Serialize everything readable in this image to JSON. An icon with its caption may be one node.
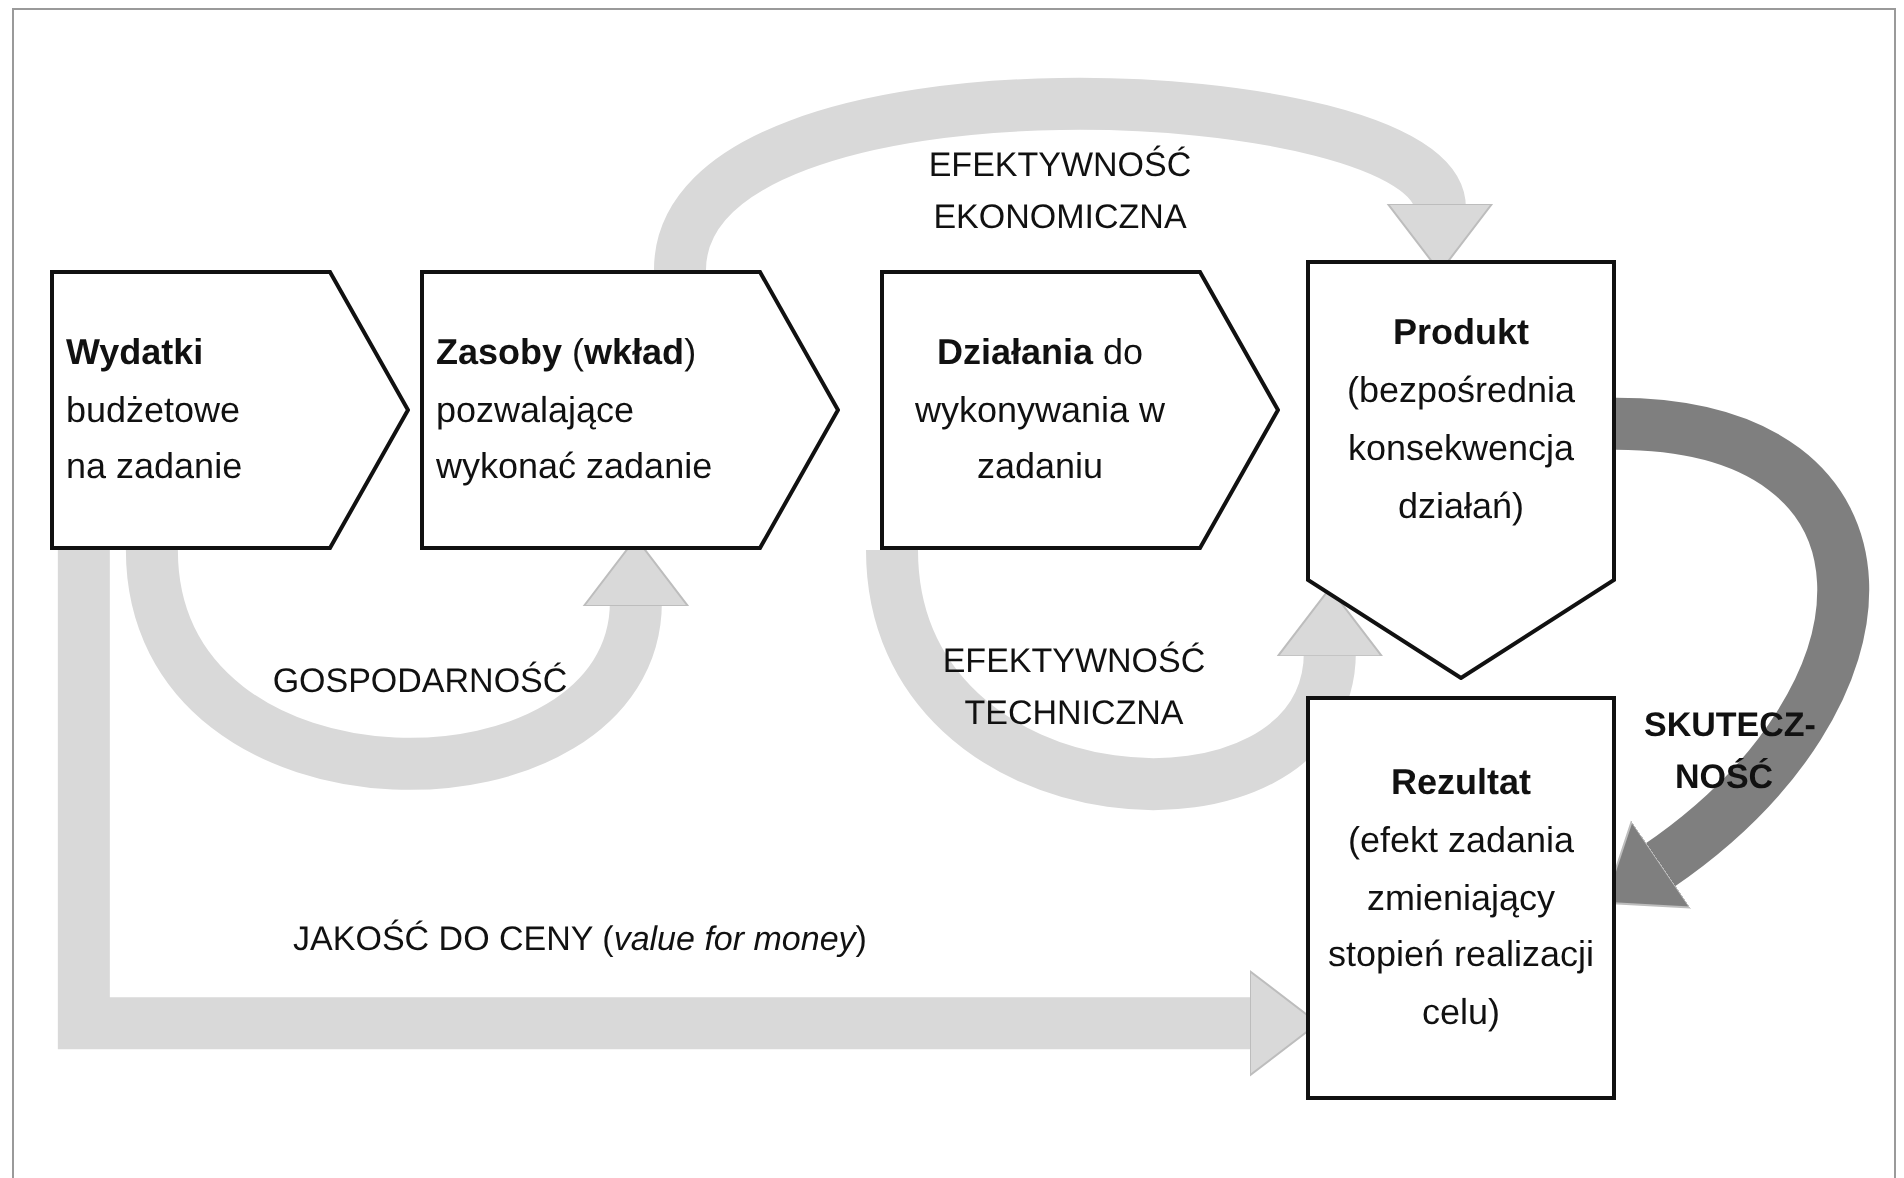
{
  "diagram": {
    "nodes": [
      {
        "text": [
          "Wydatki",
          "budżetowe na zadanie"
        ]
      },
      {
        "text": [
          "**Zasoby** (**wkład**) pozwalające wykonać zadanie"
        ]
      },
      {
        "text": [
          "**Działania** do wykonywania w zadaniu"
        ]
      },
      {
        "text": [
          "Produkt",
          "(bezpośrednia konsekwencja działań)"
        ]
      },
      {
        "text": [
          "Rezultat",
          "(efekt zadania zmieniający stopień realizacji celu)"
        ]
      }
    ],
    "edges": [
      {
        "from": 1,
        "to": 3,
        "arrow": "to",
        "label": "EFEKTYWNOŚĆ EKONOMICZNA"
      },
      {
        "from": 0,
        "to": 1,
        "arrow": "to",
        "label": "GOSPODARNOŚĆ"
      },
      {
        "from": 2,
        "to": 3,
        "arrow": "to",
        "label": "EFEKTYWNOŚĆ TECHNICZNA"
      },
      {
        "from": 0,
        "to": 4,
        "arrow": "to",
        "label": "JAKOŚĆ DO CENY (*value for money*)"
      },
      {
        "from": 3,
        "to": 4,
        "arrow": "to",
        "label": "SKUTECZ- NOŚĆ",
        "color": "#7f7f7f"
      }
    ]
  }
}
